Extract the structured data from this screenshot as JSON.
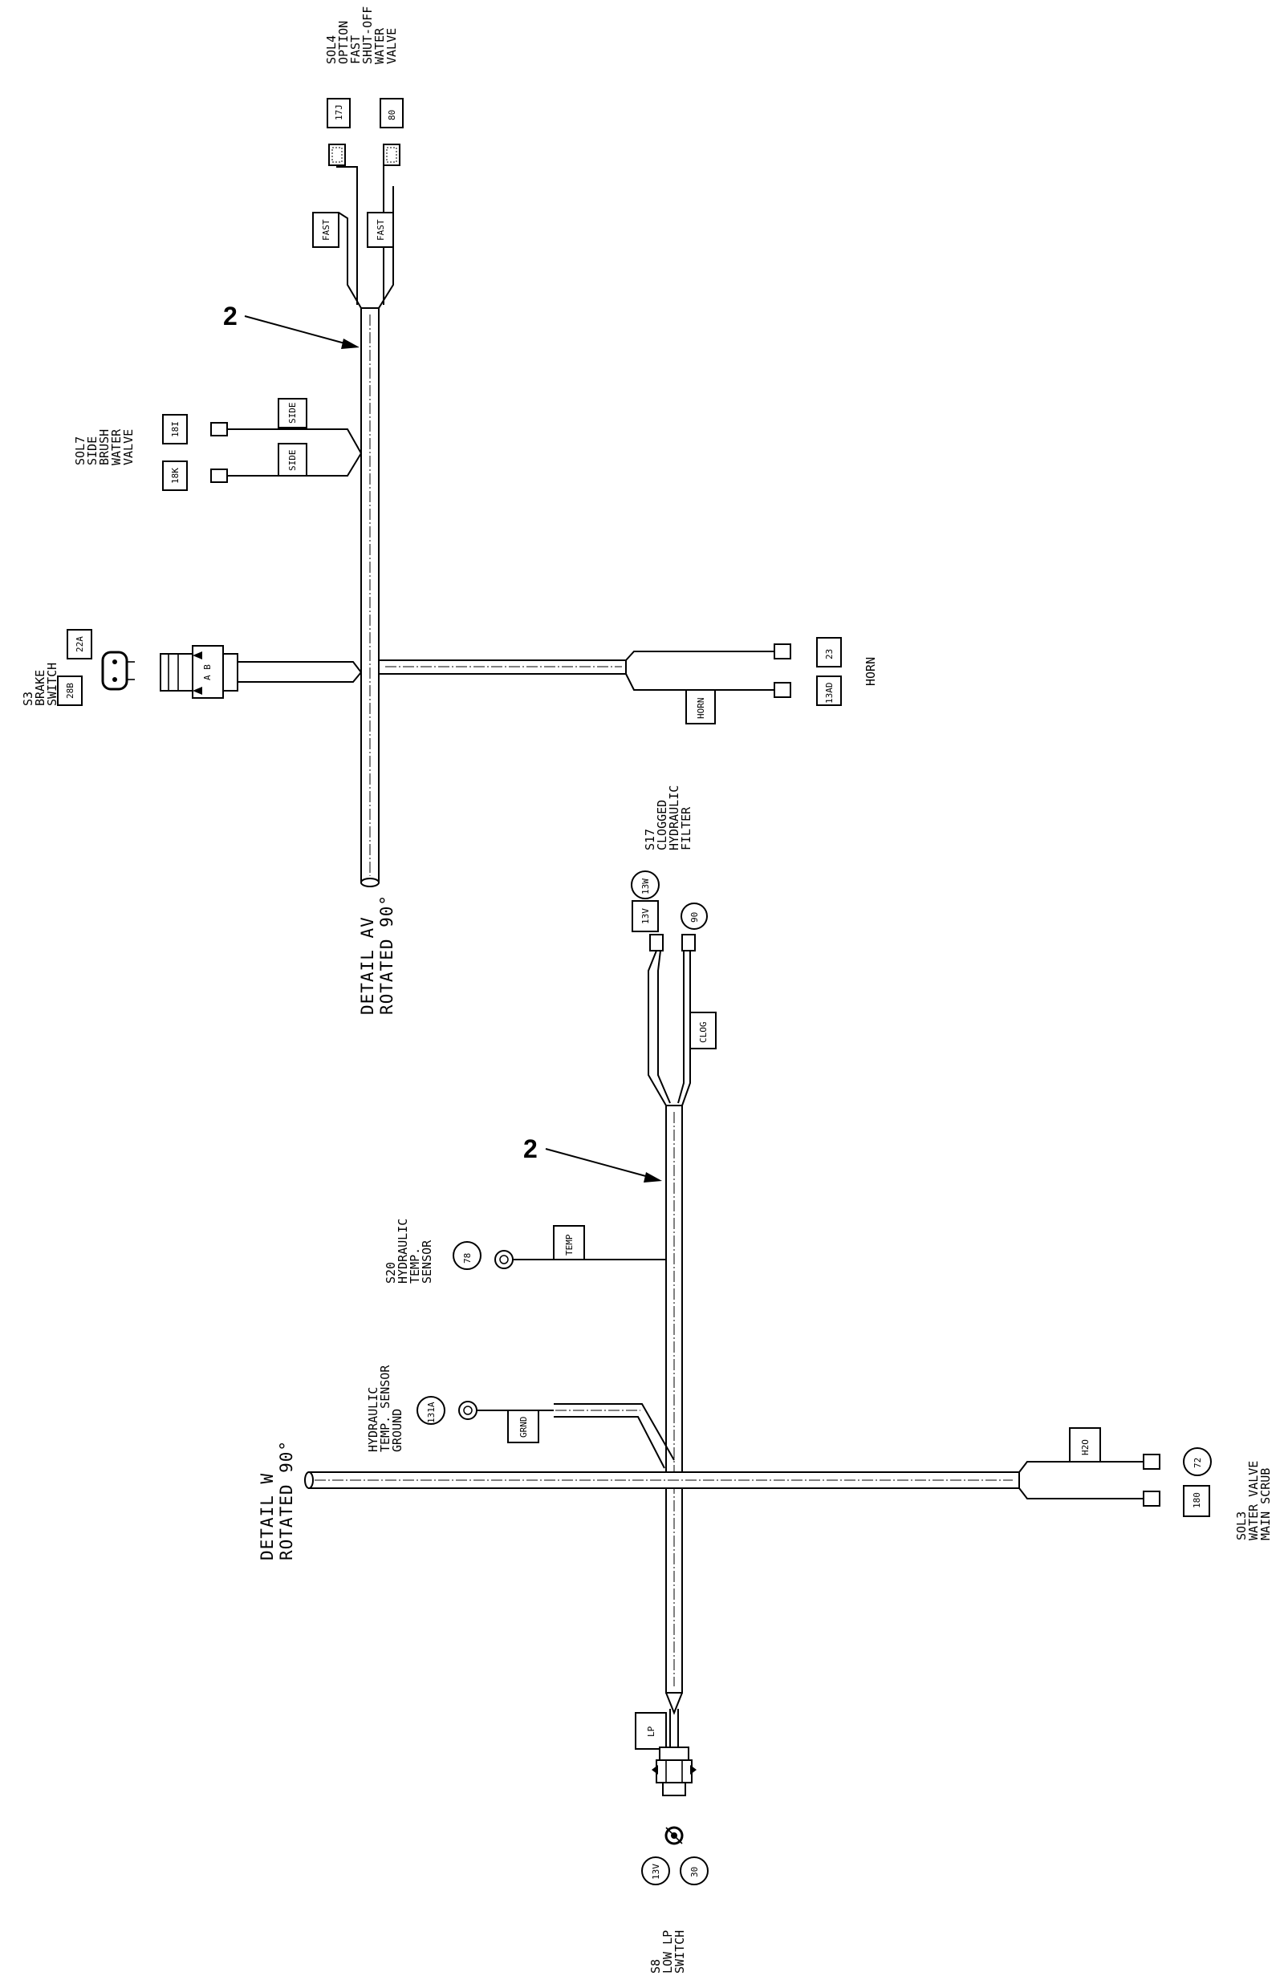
{
  "upper": {
    "caption": [
      "DETAIL AV",
      "ROTATED 90°"
    ],
    "callout": "2",
    "sol4": {
      "label": [
        "SOL4",
        "OPTION",
        "FAST",
        "SHUT-OFF",
        "WATER",
        "VALVE"
      ],
      "box1": "17J",
      "box2": "80",
      "tag1": "FAST",
      "tag2": "FAST"
    },
    "sol7": {
      "label": [
        "SOL7",
        "SIDE",
        "BRUSH",
        "WATER",
        "VALVE"
      ],
      "box1": "18I",
      "box2": "18K",
      "tag1": "SIDE",
      "tag2": "SIDE"
    },
    "s3": {
      "label": [
        "S3",
        "BRAKE",
        "SWITCH"
      ],
      "box1": "22A",
      "box2": "28B",
      "pins": "A  B"
    },
    "horn": {
      "label": "HORN",
      "box1": "23",
      "box2": "13AD",
      "tag": "HORN"
    }
  },
  "lower": {
    "caption": [
      "DETAIL W",
      "ROTATED 90°"
    ],
    "callout": "2",
    "s17": {
      "label": [
        "S17",
        "CLOGGED",
        "HYDRAULIC",
        "FILTER"
      ],
      "box1": "13V",
      "box2": "13W",
      "circle": "90",
      "tag": "CLOG"
    },
    "s20": {
      "label": [
        "S20",
        "HYDRAULIC",
        "TEMP.",
        "SENSOR"
      ],
      "circle": "78",
      "tag": "TEMP"
    },
    "ground": {
      "label": [
        "HYDRAULIC",
        "TEMP. SENSOR",
        "GROUND"
      ],
      "circle": "131A",
      "tag": "GRND"
    },
    "sol3": {
      "label": [
        "SOL3",
        "WATER VALVE",
        "MAIN SCRUB"
      ],
      "circle": "72",
      "box": "180",
      "tag": "H2O"
    },
    "s8": {
      "label": [
        "S8",
        "LOW LP",
        "SWITCH"
      ],
      "circle1": "13V",
      "circle2": "30",
      "tag": "LP"
    }
  }
}
